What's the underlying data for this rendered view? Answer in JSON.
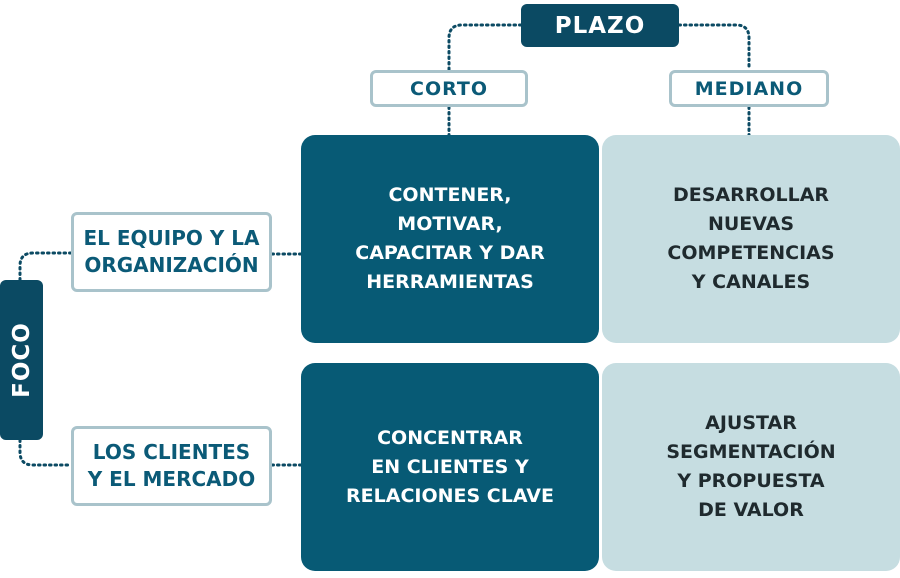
{
  "colors": {
    "dark_navy": "#0b4a63",
    "dark_teal": "#075a75",
    "light_teal": "#c6dde1",
    "outline_border": "#a9c3cb",
    "label_text": "#0b5a77",
    "connector": "#0b4a63"
  },
  "plazo": {
    "title": "PLAZO",
    "columns": {
      "corto": "CORTO",
      "mediano": "MEDIANO"
    }
  },
  "foco": {
    "title": "FOCO",
    "rows": {
      "equipo": "EL EQUIPO Y LA\nORGANIZACIÓN",
      "clientes": "LOS CLIENTES\nY EL MERCADO"
    }
  },
  "quadrants": {
    "top_left": "CONTENER,\nMOTIVAR,\nCAPACITAR Y DAR\nHERRAMIENTAS",
    "top_right": "DESARROLLAR\nNUEVAS\nCOMPETENCIAS\nY CANALES",
    "bottom_left": "CONCENTRAR\nEN CLIENTES Y\nRELACIONES CLAVE",
    "bottom_right": "AJUSTAR\nSEGMENTACIÓN\nY PROPUESTA\nDE VALOR"
  }
}
